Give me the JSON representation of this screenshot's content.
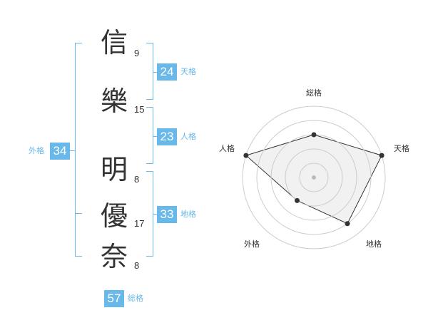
{
  "name": {
    "characters": [
      {
        "char": "信",
        "strokes": "9"
      },
      {
        "char": "樂",
        "strokes": "15"
      },
      {
        "char": "明",
        "strokes": "8"
      },
      {
        "char": "優",
        "strokes": "17"
      },
      {
        "char": "奈",
        "strokes": "8"
      }
    ]
  },
  "fortunes": {
    "tenkaku": {
      "value": "24",
      "label": "天格"
    },
    "jinkaku": {
      "value": "23",
      "label": "人格"
    },
    "chikaku": {
      "value": "33",
      "label": "地格"
    },
    "gaikaku": {
      "value": "34",
      "label": "外格"
    },
    "soukaku": {
      "value": "57",
      "label": "総格"
    }
  },
  "radar": {
    "axes": [
      "総格",
      "天格",
      "地格",
      "外格",
      "人格"
    ],
    "levels": 5,
    "values": [
      3,
      5,
      4,
      2,
      5
    ],
    "colors": {
      "fill": "#eeeeee",
      "stroke": "#333333",
      "grid": "#cccccc",
      "center": "#bbbbbb"
    }
  },
  "colors": {
    "accent": "#68b8ea"
  }
}
